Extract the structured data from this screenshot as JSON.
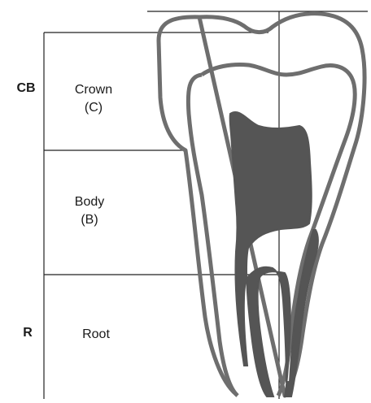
{
  "diagram": {
    "side_labels": {
      "cb": "CB",
      "r": "R"
    },
    "zones": [
      {
        "id": "crown",
        "line1": "Crown",
        "line2": "(C)"
      },
      {
        "id": "body",
        "line1": "Body",
        "line2": "(B)"
      },
      {
        "id": "root",
        "line1": "Root",
        "line2": ""
      }
    ],
    "colors": {
      "outline": "#6e6e6e",
      "pulp": "#555555",
      "grid": "#222222",
      "text": "#1a1a1a"
    }
  }
}
